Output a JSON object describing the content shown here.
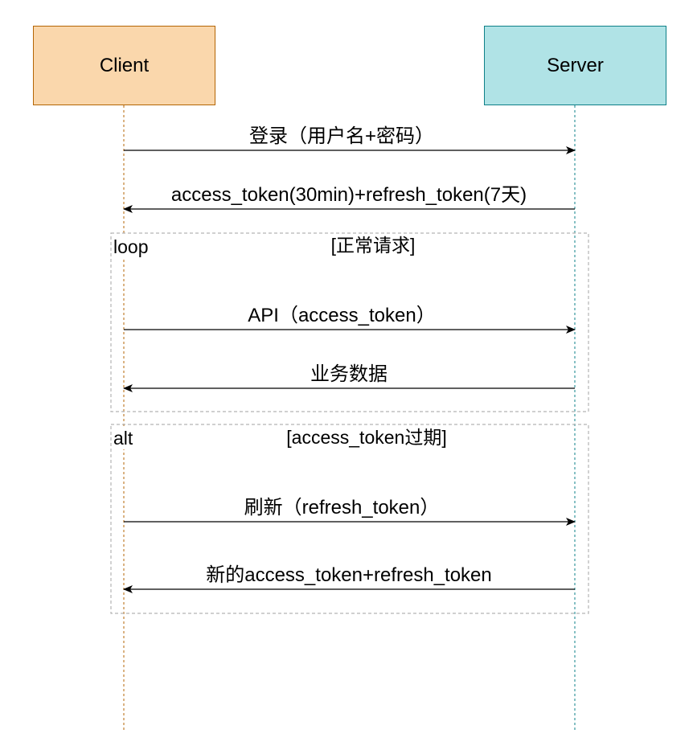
{
  "participants": {
    "client": {
      "label": "Client",
      "fill": "#fad7ac",
      "stroke": "#b46504"
    },
    "server": {
      "label": "Server",
      "fill": "#b0e3e6",
      "stroke": "#0e8088"
    }
  },
  "messages": [
    {
      "id": "login",
      "label": "登录（用户名+密码）",
      "from": "client",
      "to": "server"
    },
    {
      "id": "tokens",
      "label": "access_token(30min)+refresh_token(7天)",
      "from": "server",
      "to": "client"
    },
    {
      "id": "api",
      "label": "API（access_token）",
      "from": "client",
      "to": "server"
    },
    {
      "id": "biz",
      "label": "业务数据",
      "from": "server",
      "to": "client"
    },
    {
      "id": "refresh",
      "label": "刷新（refresh_token）",
      "from": "client",
      "to": "server"
    },
    {
      "id": "newtokens",
      "label": "新的access_token+refresh_token",
      "from": "server",
      "to": "client"
    }
  ],
  "frames": [
    {
      "id": "loop",
      "operator": "loop",
      "guard": "[正常请求]"
    },
    {
      "id": "alt",
      "operator": "alt",
      "guard": "[access_token过期]"
    }
  ],
  "colors": {
    "line": "#000000",
    "frame_border": "#b3b3b3"
  }
}
